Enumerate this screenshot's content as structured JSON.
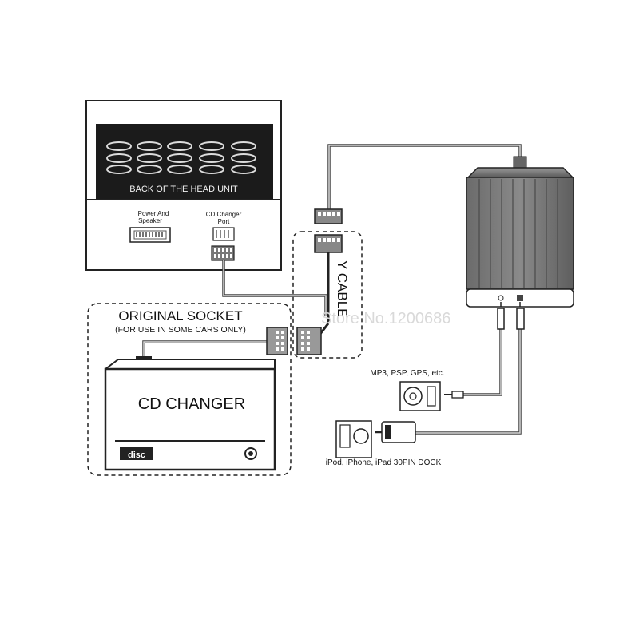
{
  "head_unit": {
    "title": "BACK OF THE HEAD UNIT",
    "power_label_line1": "Power And",
    "power_label_line2": "Speaker",
    "cd_port_label_line1": "CD Changer",
    "cd_port_label_line2": "Port"
  },
  "y_cable": {
    "label": "Y CABLE"
  },
  "original_socket": {
    "title": "ORIGINAL SOCKET",
    "subtitle": "(FOR USE IN SOME CARS ONLY)"
  },
  "cd_changer": {
    "label": "CD CHANGER",
    "disc_badge": "disc"
  },
  "devices": {
    "aux_label": "MP3, PSP, GPS, etc.",
    "dock_label": "iPod, iPhone, iPad 30PIN DOCK"
  },
  "watermark": "Store No.1200686"
}
